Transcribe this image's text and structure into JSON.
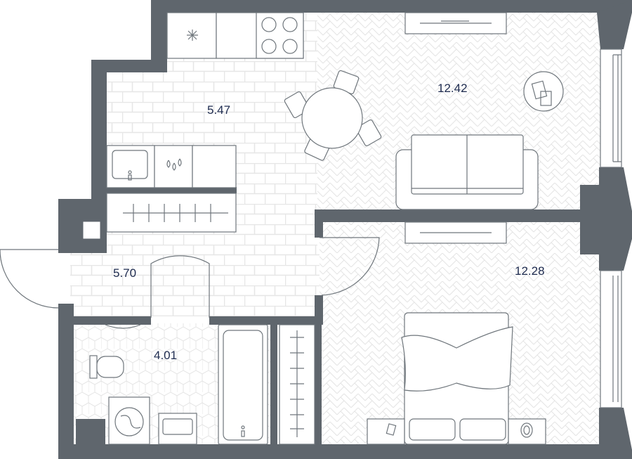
{
  "plan": {
    "title": "Apartment floor plan",
    "wall_color": "#5f666d",
    "label_color": "#1e2b4f",
    "rooms": [
      {
        "name": "kitchen",
        "area": "5.47"
      },
      {
        "name": "living-room",
        "area": "12.42"
      },
      {
        "name": "hallway",
        "area": "5.70"
      },
      {
        "name": "bedroom",
        "area": "12.28"
      },
      {
        "name": "bathroom",
        "area": "4.01"
      }
    ]
  }
}
